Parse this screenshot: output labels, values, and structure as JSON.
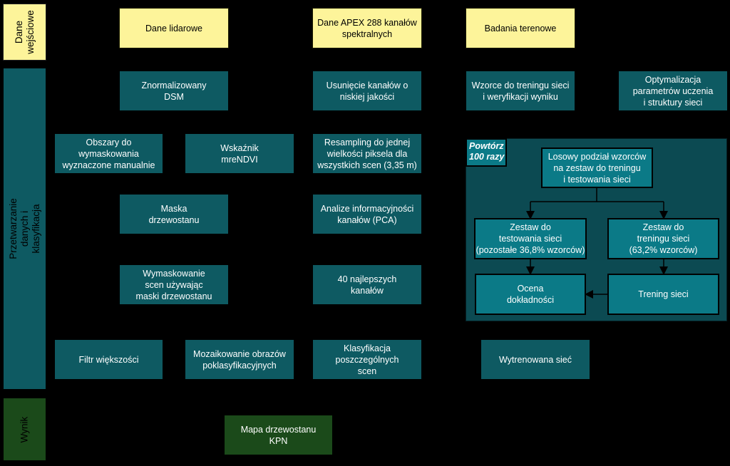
{
  "bands": {
    "input": "Dane\nwejściowe",
    "processing": "Przetwarzanie danych i klasyfikacja",
    "output": "Wynik"
  },
  "inputs": {
    "lidar": "Dane lidarowe",
    "apex": "Dane APEX 288 kanałów\nspektralnych",
    "field": "Badania terenowe"
  },
  "process": {
    "ndsm": "Znormalizowany\nDSM",
    "remove_bands": "Usunięcie kanałów o\nniskiej jakości",
    "training_patterns": "Wzorce do treningu sieci\ni weryfikacji wyniku",
    "optimization": "Optymalizacja\nparametrów uczenia\ni struktury sieci",
    "manual_mask": "Obszary do wymaskowania\nwyznaczone manualnie",
    "mrendvi": "Wskaźnik\nmreNDVI",
    "resampling": "Resampling do jednej\nwielkości piksela dla\nwszystkich scen (3,35 m)",
    "stand_mask": "Maska\ndrzewostanu",
    "pca": "Analize informacyjności\nkanałów (PCA)",
    "masking": "Wymaskowanie\nscen używając\nmaski drzewostanu",
    "best_bands": "40 najlepszych\nkanałów",
    "majority_filter": "Filtr większości",
    "mosaic": "Mozaikowanie obrazów\npoklasyfikacyjnych",
    "classification": "Klasyfikacja\nposzczególnych\nscen",
    "trained_network": "Wytrenowana sieć"
  },
  "repeat": {
    "label": "Powtórz\n100 razy",
    "random_split": "Losowy podział wzorców\nna zestaw do treningu\ni testowania sieci",
    "test_set": "Zestaw do\ntestowania sieci\n(pozostałe 36,8% wzorców)",
    "train_set": "Zestaw do\ntreningu sieci\n(63,2% wzorców)",
    "accuracy": "Ocena\ndokładności",
    "training": "Trening sieci"
  },
  "output": {
    "map": "Mapa drzewostanu\nKPN"
  },
  "colors": {
    "background": "#000000",
    "input_fill": "#fdf49a",
    "process_fill": "#0e5a62",
    "process_bright_fill": "#0b7a87",
    "repeat_panel": "#0c4a52",
    "result_fill": "#1b4a1a",
    "band_input": "#fdf49a",
    "band_process": "#0e5a62",
    "band_output": "#1b4a1a"
  }
}
